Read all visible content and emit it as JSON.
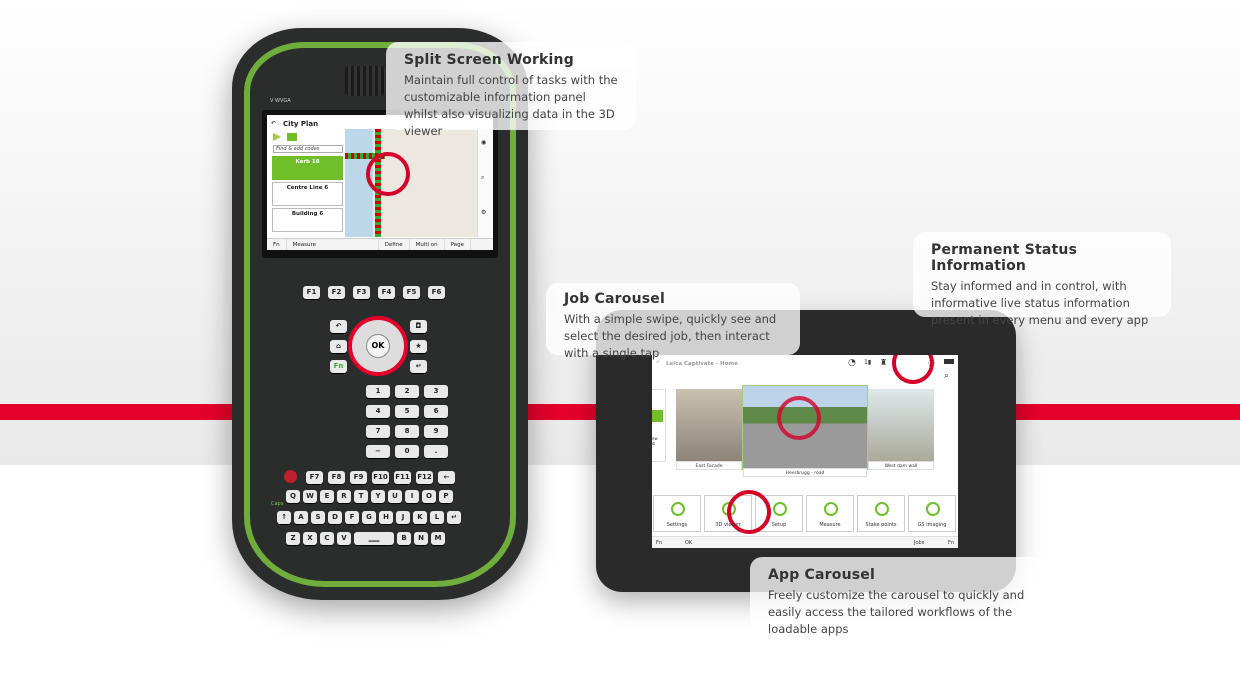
{
  "handheld": {
    "model_label": "V WVGA",
    "screen": {
      "title": "City Plan",
      "search_placeholder": "Find & add codes",
      "codes": [
        {
          "name": "Kerb",
          "count": "18"
        },
        {
          "name": "Centre Line",
          "count": "6"
        },
        {
          "name": "Building",
          "count": "6"
        }
      ],
      "bottom_bar": [
        "Fn",
        "Measure",
        "Define",
        "Multi on",
        "Page"
      ]
    },
    "function_keys": [
      "F1",
      "F2",
      "F3",
      "F4",
      "F5",
      "F6"
    ],
    "ok_label": "OK",
    "fn_label": "Fn",
    "numpad": [
      "1",
      "2",
      "3",
      "4",
      "5",
      "6",
      "7",
      "8",
      "9",
      "−",
      "0",
      "."
    ],
    "fkeys2": [
      "F7",
      "F8",
      "F9",
      "F10",
      "F11",
      "F12"
    ],
    "qwerty_rows": [
      [
        "Q",
        "W",
        "E",
        "R",
        "T",
        "Y",
        "U",
        "I",
        "O",
        "P"
      ],
      [
        "A",
        "S",
        "D",
        "F",
        "G",
        "H",
        "J",
        "K",
        "L"
      ],
      [
        "Z",
        "X",
        "C",
        "V",
        "B",
        "N",
        "M"
      ]
    ],
    "caps_label": "Caps"
  },
  "tablet": {
    "title": "Leica Captivate - Home",
    "jobs": [
      {
        "label": "New job"
      },
      {
        "label": "East Facade"
      },
      {
        "label": "Heerbrugg - road"
      },
      {
        "label": "West dam wall"
      }
    ],
    "apps": [
      "Settings",
      "3D viewer",
      "Setup",
      "Measure",
      "Stake points",
      "GS imaging"
    ],
    "bottom_bar": {
      "fn": "Fn",
      "ok": "OK",
      "jobs": "Jobs",
      "fn2": "Fn"
    }
  },
  "callouts": [
    {
      "title": "Split Screen Working",
      "text": "Maintain full control of tasks with the customizable information panel whilst also visualizing data in the 3D viewer"
    },
    {
      "title": "Permanent Status Information",
      "text": "Stay informed and in control, with informative live status information present in every menu and every app"
    },
    {
      "title": "Job Carousel",
      "text": "With a simple swipe, quickly see and select the desired job, then interact with a single tap"
    },
    {
      "title": "App Carousel",
      "text": "Freely customize the carousel to quickly and easily access the tailored workflows of the loadable apps"
    }
  ],
  "colors": {
    "accent_red": "#e4002b",
    "leica_green": "#6fae3c"
  }
}
